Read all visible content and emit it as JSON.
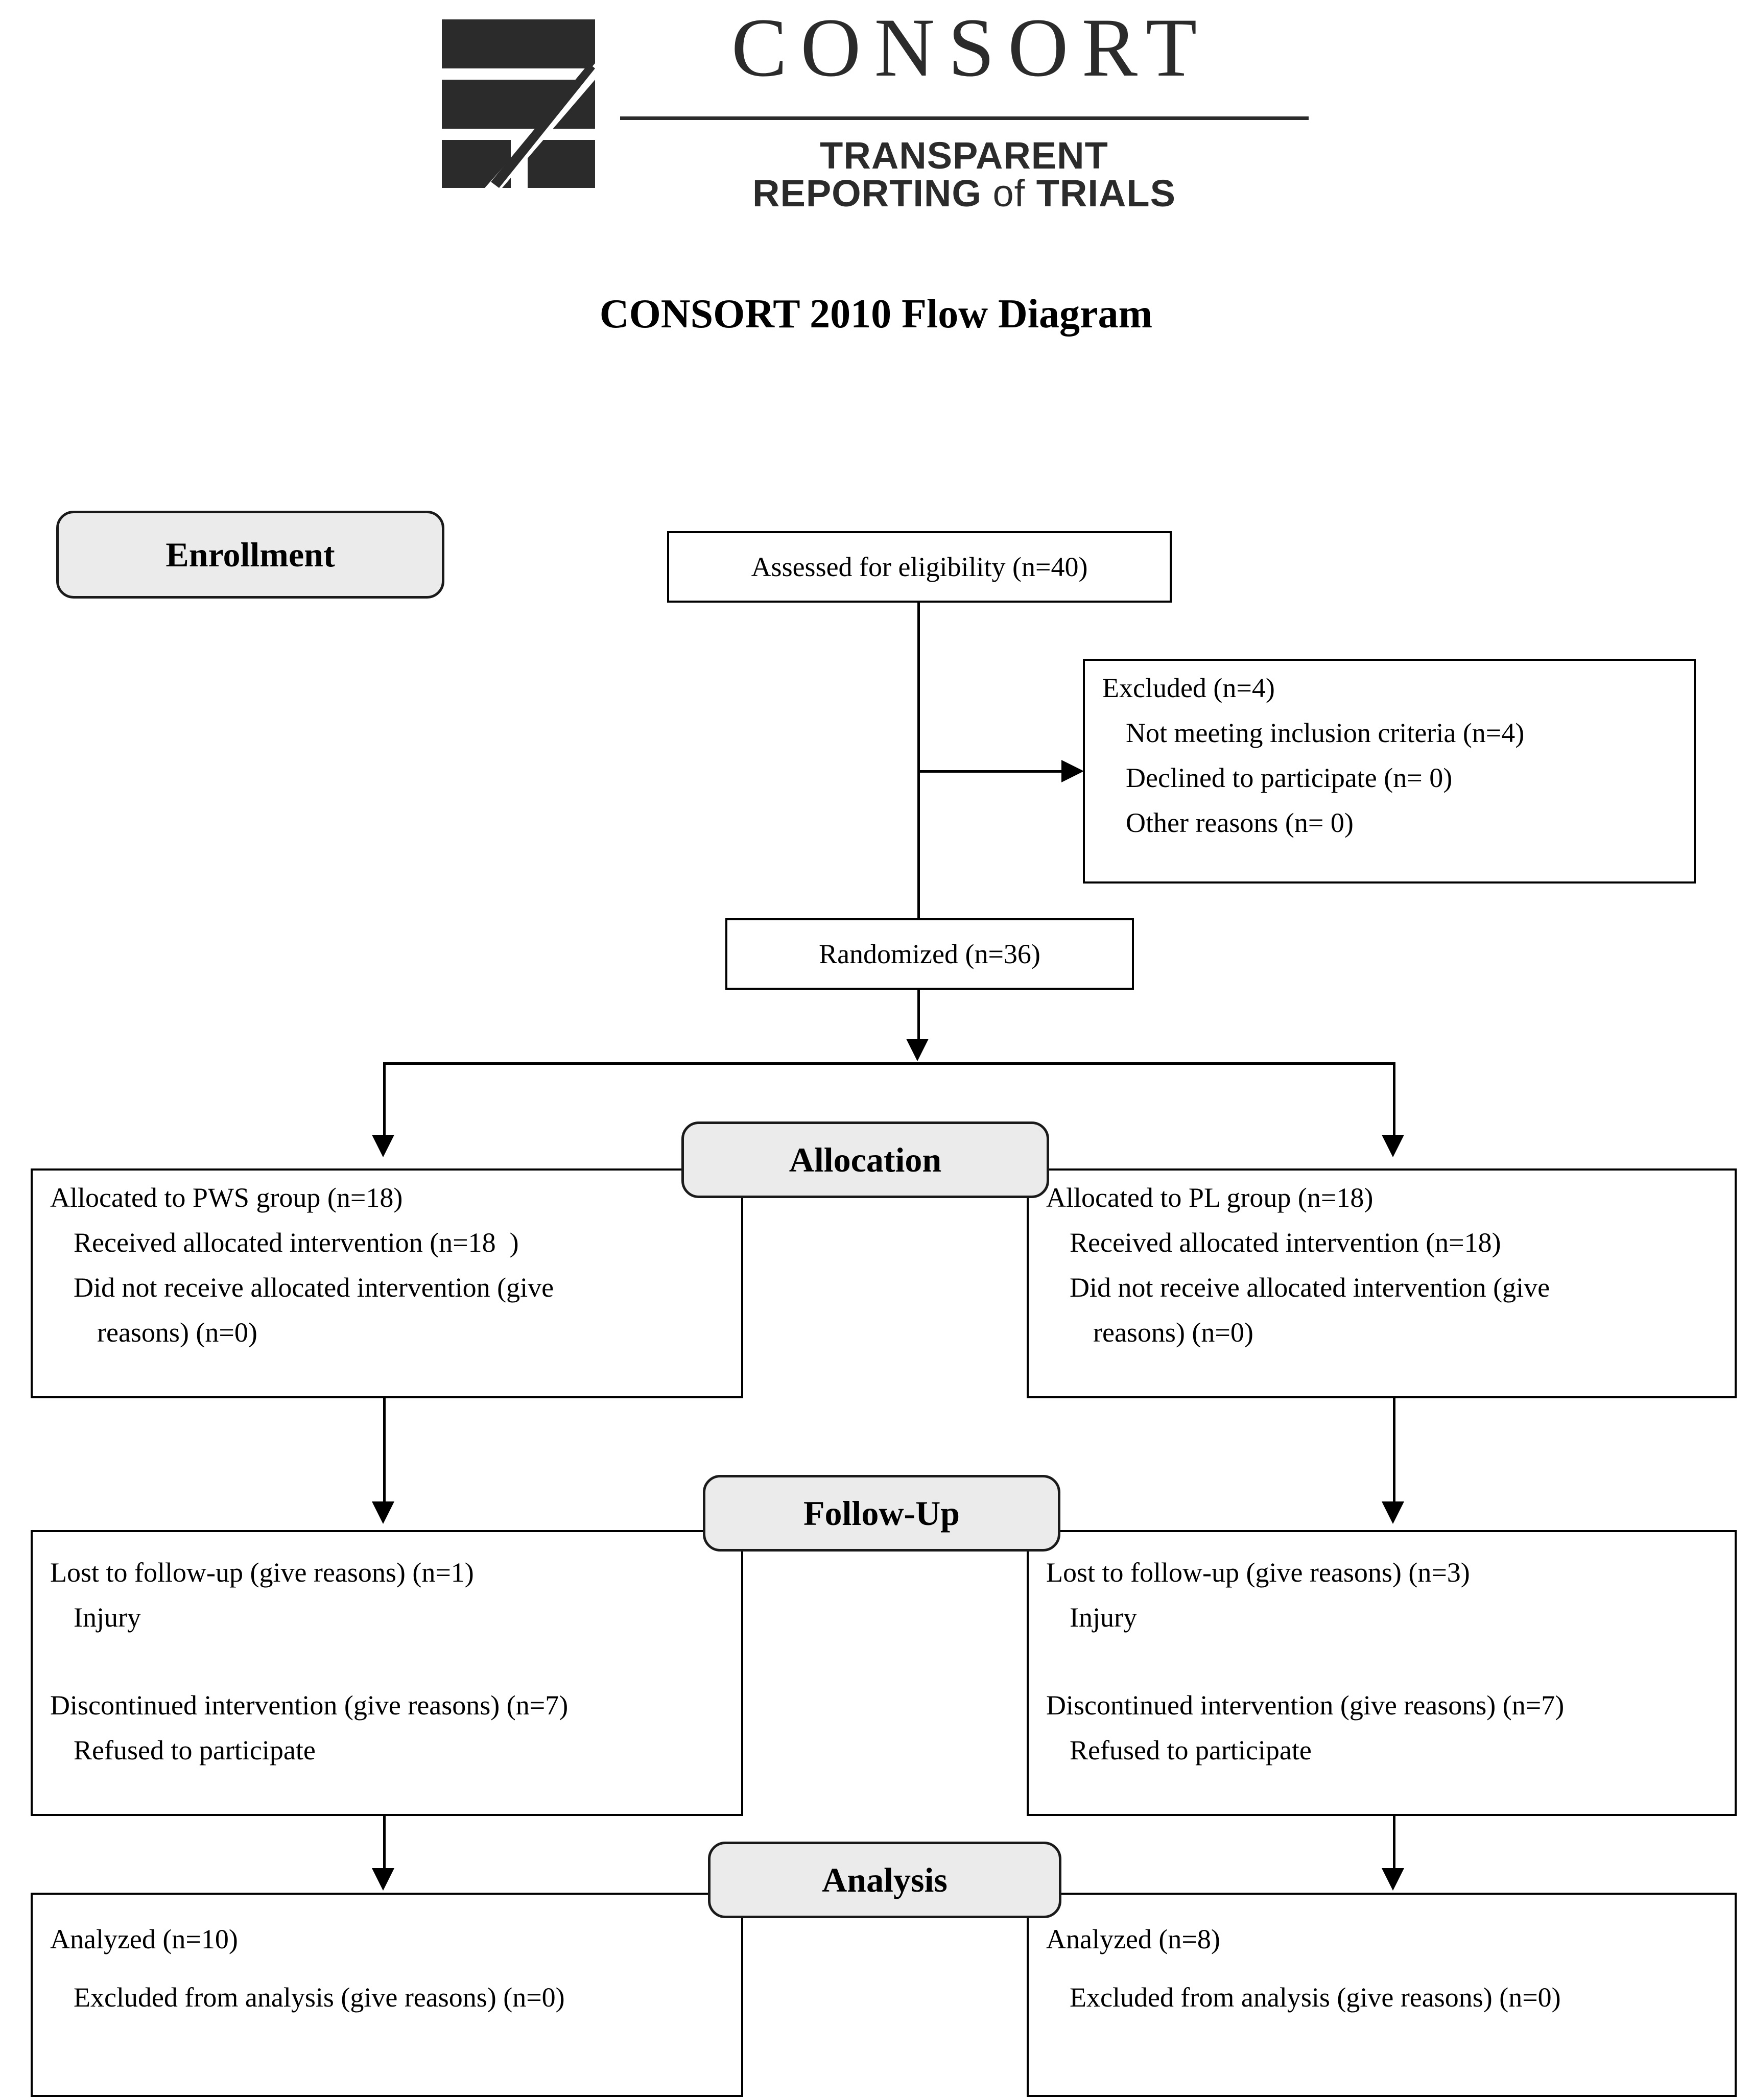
{
  "logo": {
    "wordmark": "CONSORT",
    "tagline_main": "TRANSPARENT REPORTING",
    "tagline_of": "of",
    "tagline_end": "TRIALS",
    "mark_name": "consort-logo-mark"
  },
  "title": "CONSORT 2010 Flow Diagram",
  "stages": {
    "enrollment": "Enrollment",
    "allocation": "Allocation",
    "followup": "Follow-Up",
    "analysis": "Analysis"
  },
  "nodes": {
    "eligibility": {
      "lines": [
        "Assessed for eligibility (n=40)"
      ]
    },
    "excluded": {
      "lines": [
        "Excluded (n=4)",
        "Not meeting inclusion criteria (n=4)",
        "Declined to participate (n= 0)",
        "Other reasons (n= 0)"
      ]
    },
    "randomized": {
      "lines": [
        "Randomized (n=36)"
      ]
    },
    "alloc_left": {
      "lines": [
        "Allocated to PWS group (n=18)",
        "Received allocated intervention (n=18  )",
        "Did not receive allocated intervention (give",
        "reasons) (n=0)"
      ]
    },
    "alloc_right": {
      "lines": [
        "Allocated to PL group (n=18)",
        "Received allocated intervention (n=18)",
        "Did not receive allocated intervention (give",
        "reasons) (n=0)"
      ]
    },
    "followup_left": {
      "lines": [
        "Lost to follow-up (give reasons) (n=1)",
        "Injury",
        "Discontinued intervention (give reasons) (n=7)",
        "Refused to participate"
      ]
    },
    "followup_right": {
      "lines": [
        "Lost to follow-up (give reasons) (n=3)",
        "Injury",
        "Discontinued intervention (give reasons) (n=7)",
        "Refused to participate"
      ]
    },
    "analysis_left": {
      "lines": [
        "Analyzed (n=10)",
        "Excluded from analysis (give reasons) (n=0)"
      ]
    },
    "analysis_right": {
      "lines": [
        "Analyzed (n=8)",
        "Excluded from analysis (give reasons) (n=0)"
      ]
    }
  },
  "colors": {
    "pill_fill": "#ebebeb",
    "stroke": "#000000",
    "logo_ink": "#2b2b2b",
    "paper": "#ffffff"
  }
}
